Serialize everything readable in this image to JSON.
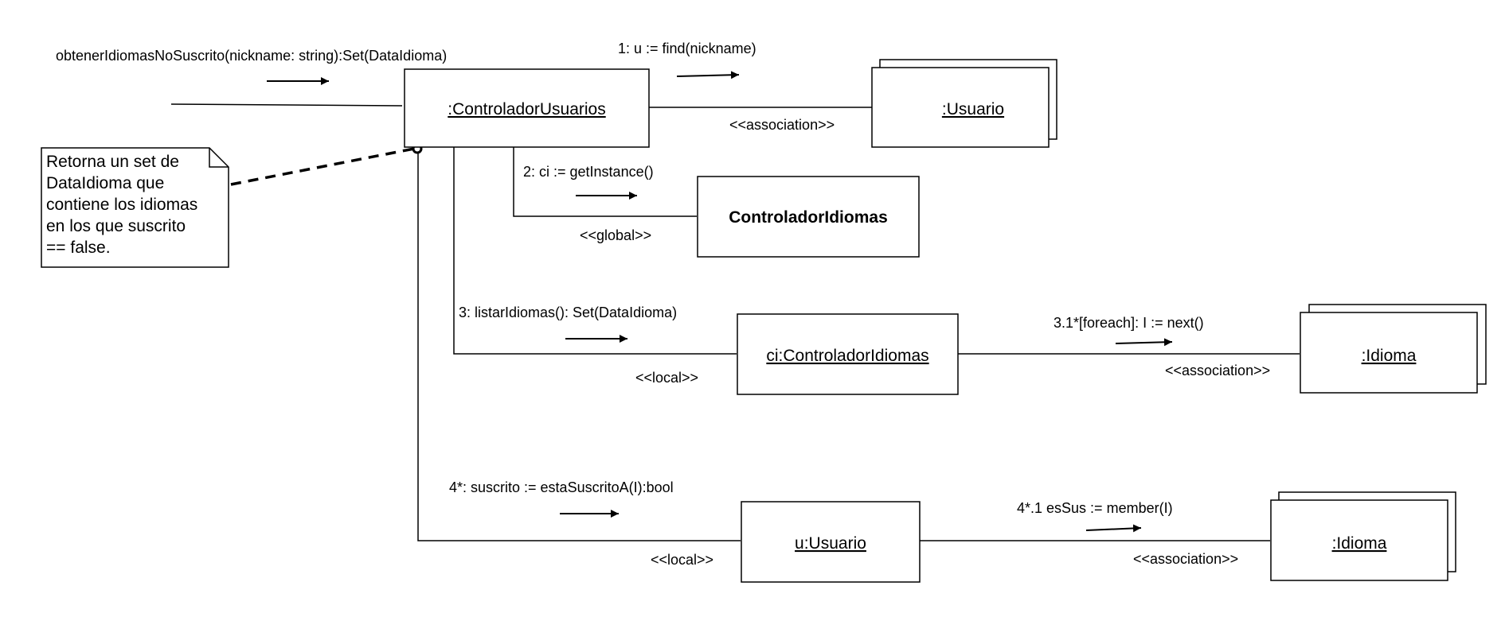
{
  "entry_message": "obtenerIdiomasNoSuscrito(nickname: string):Set(DataIdioma)",
  "objects": {
    "controlador_usuarios": ":ControladorUsuarios",
    "usuario": ":Usuario",
    "controlador_idiomas": "ControladorIdiomas",
    "ci_controlador_idiomas": "ci:ControladorIdiomas",
    "idioma_1": ":Idioma",
    "u_usuario": "u:Usuario",
    "idioma_2": ":Idioma"
  },
  "messages": {
    "m1": "1: u := find(nickname)",
    "m2": "2: ci := getInstance()",
    "m3": "3: listarIdiomas(): Set(DataIdioma)",
    "m31": "3.1*[foreach]: I := next()",
    "m4": "4*: suscrito := estaSuscritoA(I):bool",
    "m41": "4*.1 esSus := member(I)"
  },
  "stereotypes": {
    "assoc_usuario": "<<association>>",
    "global": "<<global>>",
    "local_ci": "<<local>>",
    "assoc_idioma_1": "<<association>>",
    "local_u": "<<local>>",
    "assoc_idioma_2": "<<association>>"
  },
  "note": {
    "lines": [
      "Retorna un set de",
      "DataIdioma que",
      "contiene los idiomas",
      "en los que suscrito",
      "== false."
    ]
  }
}
